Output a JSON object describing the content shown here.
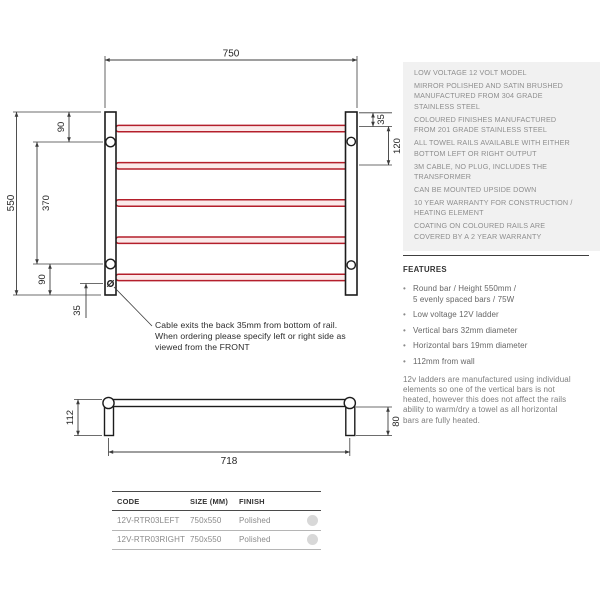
{
  "colors": {
    "tube_red": "#b41f2b",
    "tube_fill": "#fbeaea",
    "steel_outline": "#1c1c1c",
    "dim_line": "#3c3c3c",
    "panel_bg": "#f1f1f1",
    "swatch": "#d8d8d8"
  },
  "front_view": {
    "width": "750",
    "height": "550",
    "top_to_bracket": "90",
    "bracket_span": "370",
    "bracket_to_bottom": "90",
    "cable_offset": "35",
    "top_to_first_bar": "35",
    "bar_spacing": "120",
    "note": "Cable exits the back 35mm from bottom of rail.\nWhen ordering please specify left or right side as\nviewed from the FRONT"
  },
  "side_view": {
    "width": "718",
    "depth": "112",
    "bracket_depth": "80"
  },
  "panel": {
    "specs": [
      "LOW VOLTAGE 12 VOLT MODEL",
      "MIRROR POLISHED AND SATIN BRUSHED\nMANUFACTURED FROM 304 GRADE\nSTAINLESS STEEL",
      "COLOURED FINISHES MANUFACTURED\nFROM 201 GRADE STAINLESS STEEL",
      "ALL TOWEL RAILS AVAILABLE WITH EITHER\nBOTTOM LEFT OR RIGHT OUTPUT",
      "3M CABLE, NO PLUG, INCLUDES THE\nTRANSFORMER",
      "CAN BE MOUNTED UPSIDE DOWN",
      "10 YEAR WARRANTY FOR CONSTRUCTION /\nHEATING ELEMENT",
      "COATING ON COLOURED RAILS ARE\nCOVERED BY A 2 YEAR WARRANTY"
    ],
    "features_title": "FEATURES",
    "bullet": "•",
    "features": [
      "Round bar / Height 550mm /\n5 evenly spaced bars / 75W",
      "Low voltage 12V ladder",
      "Vertical bars 32mm diameter",
      "Horizontal bars 19mm diameter",
      "112mm from wall"
    ],
    "footnote": "12v ladders are manufactured using individual\nelements so one of the vertical bars is not\nheated, however this does not affect the rails\nability to warm/dry a towel as all horizontal\nbars are fully heated."
  },
  "table": {
    "headers": [
      "CODE",
      "SIZE (MM)",
      "FINISH"
    ],
    "rows": [
      {
        "code": "12V-RTR03LEFT",
        "size": "750x550",
        "finish": "Polished"
      },
      {
        "code": "12V-RTR03RIGHT",
        "size": "750x550",
        "finish": "Polished"
      }
    ]
  }
}
